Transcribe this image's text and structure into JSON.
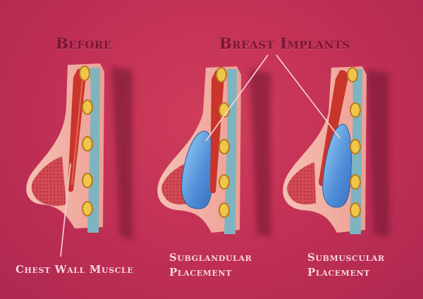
{
  "titles": {
    "before": "Before",
    "breast_implants": "Breast Implants"
  },
  "captions": {
    "chest_wall_muscle": "Chest Wall Muscle",
    "subglandular_line1": "Subglandular",
    "subglandular_line2": "Placement",
    "submuscular_line1": "Submuscular",
    "submuscular_line2": "Placement"
  },
  "colors": {
    "background": "#c5325a",
    "title_text": "#7a1636",
    "caption_text": "#f6d3dc",
    "skin": "#f2b3a8",
    "muscle": "#c9352b",
    "rib": "#f0c64a",
    "chest_wall": "#7eb4c0",
    "implant": "#4f8ed8"
  }
}
